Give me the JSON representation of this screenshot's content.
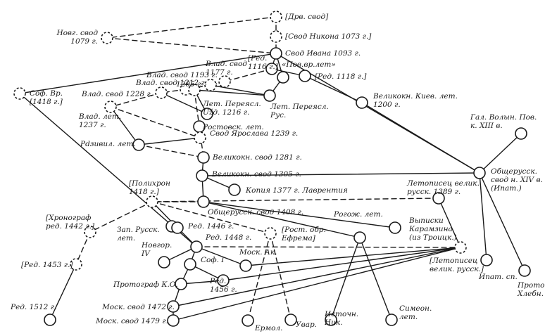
{
  "diagram": {
    "nodes": [
      {
        "id": "drv",
        "hypothetical": true,
        "label": [
          "[Дрв. свод]"
        ]
      },
      {
        "id": "nikon",
        "hypothetical": true,
        "label": [
          "[Свод Никона 1073 г.]"
        ]
      },
      {
        "id": "novg1079",
        "hypothetical": true,
        "label": [
          "Новг. свод",
          "1079 г."
        ]
      },
      {
        "id": "ivan",
        "hypothetical": false,
        "label": [
          "Свод Ивана 1093 г."
        ]
      },
      {
        "id": "red1116",
        "hypothetical": false,
        "label": [
          "[Ред.",
          "1116 г.]"
        ]
      },
      {
        "id": "povvr",
        "hypothetical": false,
        "label": [
          "«Пов.вр.лет»"
        ]
      },
      {
        "id": "red1118",
        "hypothetical": false,
        "label": [
          "[Ред. 1118 г.]"
        ]
      },
      {
        "id": "vlad1177",
        "hypothetical": true,
        "label": [
          "Влад. свод",
          "1177 г."
        ]
      },
      {
        "id": "vlad1193",
        "hypothetical": true,
        "label": [
          "Влад. свод 1193 г."
        ]
      },
      {
        "id": "vlad1212",
        "hypothetical": true,
        "label": [
          "Влад. свод 1212 г."
        ]
      },
      {
        "id": "n1205",
        "hypothetical": true,
        "label": [
          "1205 г."
        ]
      },
      {
        "id": "vlad1228",
        "hypothetical": true,
        "label": [
          "Влад. свод 1228 г."
        ]
      },
      {
        "id": "sofvr",
        "hypothetical": true,
        "label": [
          "Соф. Вр.",
          "[1418 г.]"
        ]
      },
      {
        "id": "vladlet1237",
        "hypothetical": true,
        "label": [
          "Влад. лет.",
          "1237 г."
        ]
      },
      {
        "id": "pereyasuzd",
        "hypothetical": false,
        "label": [
          "Лет. Переясл.",
          "Užд. 1216 г."
        ]
      },
      {
        "id": "pereyarus",
        "hypothetical": false,
        "label": [
          "Лет. Переясл.",
          "Рус."
        ]
      },
      {
        "id": "velkiev",
        "hypothetical": false,
        "label": [
          "Великокн. Киев. лет.",
          "1200 г."
        ]
      },
      {
        "id": "rostov",
        "hypothetical": false,
        "label": [
          "Ростовск. лет."
        ]
      },
      {
        "id": "yarosl",
        "hypothetical": true,
        "label": [
          "Свод Ярослава 1239 г."
        ]
      },
      {
        "id": "radziv",
        "hypothetical": false,
        "label": [
          "Рdзивил. лет."
        ]
      },
      {
        "id": "vel1281",
        "hypothetical": false,
        "label": [
          "Великокн. свод 1281 г."
        ]
      },
      {
        "id": "vel1305",
        "hypothetical": false,
        "label": [
          "Великокн. свод 1305 г."
        ]
      },
      {
        "id": "kopiya",
        "hypothetical": false,
        "label": [
          "Копия 1377 г. Лаврентия"
        ]
      },
      {
        "id": "galvol",
        "hypothetical": false,
        "label": [
          "Гал. Волын. Пов.",
          "к. XIII в."
        ]
      },
      {
        "id": "obsch14",
        "hypothetical": false,
        "label": [
          "Общерусск.",
          "свод н. XIV в.",
          "(Ипат.)"
        ]
      },
      {
        "id": "letvel1389",
        "hypothetical": false,
        "label": [
          "Летописец велик.",
          "русск. 1389 г."
        ]
      },
      {
        "id": "polikhron",
        "hypothetical": true,
        "label": [
          "[Полихрон",
          "1418 г.]"
        ]
      },
      {
        "id": "obsch1408",
        "hypothetical": false,
        "label": [
          "Общерусск. свод 1408 г."
        ]
      },
      {
        "id": "rogozh",
        "hypothetical": false,
        "label": [
          "Рогож. лет."
        ]
      },
      {
        "id": "vypiski",
        "hypothetical": false,
        "label": [
          "Выписки",
          "Карамзина",
          "(из Троицк.)"
        ]
      },
      {
        "id": "khronograf",
        "hypothetical": true,
        "label": [
          "[Хронограф",
          "ред. 1442 г.]"
        ]
      },
      {
        "id": "zaprus",
        "hypothetical": false,
        "label": [
          "Зап. Русск.",
          "лет."
        ]
      },
      {
        "id": "red1446",
        "hypothetical": false,
        "label": [
          "Ред. 1446 г."
        ]
      },
      {
        "id": "rostobr",
        "hypothetical": true,
        "label": [
          "[Рост. обр.",
          "Ефрема]"
        ]
      },
      {
        "id": "red1448",
        "hypothetical": false,
        "label": [
          "Ред. 1448 г."
        ]
      },
      {
        "id": "novg4",
        "hypothetical": false,
        "label": [
          "Новгор.",
          "IV"
        ]
      },
      {
        "id": "moskak",
        "hypothetical": false,
        "label": [
          "Моск. Ак."
        ]
      },
      {
        "id": "letvelrus",
        "hypothetical": true,
        "label": [
          "[Летописец",
          "велик. русск.]"
        ]
      },
      {
        "id": "red1453",
        "hypothetical": true,
        "label": [
          "[Ред. 1453 г.]"
        ]
      },
      {
        "id": "sof1",
        "hypothetical": false,
        "label": [
          "Соф. I"
        ]
      },
      {
        "id": "red1456",
        "hypothetical": false,
        "label": [
          "Ред.",
          "1456 г."
        ]
      },
      {
        "id": "protko",
        "hypothetical": false,
        "label": [
          "Протограф К.О."
        ]
      },
      {
        "id": "mosk1472",
        "hypothetical": false,
        "label": [
          "Моск. свод 1472 г."
        ]
      },
      {
        "id": "mosk1479",
        "hypothetical": false,
        "label": [
          "Моск. свод 1479 г."
        ]
      },
      {
        "id": "red1512",
        "hypothetical": false,
        "label": [
          "Ред. 1512 г."
        ]
      },
      {
        "id": "ermol",
        "hypothetical": false,
        "label": [
          "Ермол."
        ]
      },
      {
        "id": "uvar",
        "hypothetical": false,
        "label": [
          "Увар."
        ]
      },
      {
        "id": "istochn",
        "hypothetical": false,
        "label": [
          "Источн.",
          "Ник."
        ]
      },
      {
        "id": "simeon",
        "hypothetical": false,
        "label": [
          "Симеон.",
          "лет."
        ]
      },
      {
        "id": "ipatsp",
        "hypothetical": false,
        "label": [
          "Ипат. сп."
        ]
      },
      {
        "id": "protkhleb",
        "hypothetical": false,
        "label": [
          "Протогр.",
          "Хлебн."
        ]
      }
    ],
    "edges": [
      {
        "from": "drv",
        "to": "nikon",
        "dashed": true
      },
      {
        "from": "drv",
        "to": "novg1079",
        "dashed": true
      },
      {
        "from": "nikon",
        "to": "ivan",
        "dashed": true
      },
      {
        "from": "novg1079",
        "to": "ivan",
        "dashed": true
      },
      {
        "from": "ivan",
        "to": "red1116",
        "dashed": false
      },
      {
        "from": "ivan",
        "to": "povvr",
        "dashed": false
      },
      {
        "from": "ivan",
        "to": "sofvr",
        "dashed": false
      },
      {
        "from": "ivan",
        "to": "obsch14",
        "dashed": false
      },
      {
        "from": "red1116",
        "to": "red1118",
        "dashed": false
      },
      {
        "from": "red1116",
        "to": "vlad1177",
        "dashed": true
      },
      {
        "from": "povvr",
        "to": "pereyarus",
        "dashed": false
      },
      {
        "from": "red1118",
        "to": "velkiev",
        "dashed": false
      },
      {
        "from": "vlad1177",
        "to": "vlad1193",
        "dashed": true
      },
      {
        "from": "vlad1193",
        "to": "vlad1212",
        "dashed": true
      },
      {
        "from": "vlad1193",
        "to": "pereyarus",
        "dashed": false
      },
      {
        "from": "vlad1212",
        "to": "n1205",
        "dashed": true
      },
      {
        "from": "vlad1212",
        "to": "vlad1228",
        "dashed": true
      },
      {
        "from": "vlad1212",
        "to": "pereyarus",
        "dashed": false
      },
      {
        "from": "n1205",
        "to": "pereyasuzd",
        "dashed": false
      },
      {
        "from": "n1205",
        "to": "rostov",
        "dashed": true
      },
      {
        "from": "vlad1228",
        "to": "vladlet1237",
        "dashed": true
      },
      {
        "from": "vlad1228",
        "to": "pereyasuzd",
        "dashed": false
      },
      {
        "from": "vladlet1237",
        "to": "yarosl",
        "dashed": true
      },
      {
        "from": "vladlet1237",
        "to": "radziv",
        "dashed": false
      },
      {
        "from": "rostov",
        "to": "vel1281",
        "dashed": true
      },
      {
        "from": "yarosl",
        "to": "radziv",
        "dashed": false
      },
      {
        "from": "radziv",
        "to": "vel1281",
        "dashed": true
      },
      {
        "from": "vel1281",
        "to": "vel1305",
        "dashed": false
      },
      {
        "from": "vel1305",
        "to": "kopiya",
        "dashed": false
      },
      {
        "from": "vel1305",
        "to": "obsch14",
        "dashed": false
      },
      {
        "from": "vel1305",
        "to": "obsch1408",
        "dashed": false
      },
      {
        "from": "obsch1408",
        "to": "vypiski",
        "dashed": false
      },
      {
        "from": "obsch1408",
        "to": "polikhron",
        "dashed": true
      },
      {
        "from": "obsch1408",
        "to": "rogozh",
        "dashed": false
      },
      {
        "from": "velkiev",
        "to": "obsch14",
        "dashed": false
      },
      {
        "from": "galvol",
        "to": "obsch14",
        "dashed": false
      },
      {
        "from": "obsch14",
        "to": "ipatsp",
        "dashed": false
      },
      {
        "from": "obsch14",
        "to": "protkhleb",
        "dashed": false
      },
      {
        "from": "letvel1389",
        "to": "polikhron",
        "dashed": true
      },
      {
        "from": "letvel1389",
        "to": "letvelrus",
        "dashed": false
      },
      {
        "from": "sofvr",
        "to": "red1448",
        "dashed": false
      },
      {
        "from": "polikhron",
        "to": "khronograf",
        "dashed": true
      },
      {
        "from": "polikhron",
        "to": "red1446",
        "dashed": false
      },
      {
        "from": "polikhron",
        "to": "rostobr",
        "dashed": true
      },
      {
        "from": "khronograf",
        "to": "red1453",
        "dashed": true
      },
      {
        "from": "red1453",
        "to": "red1512",
        "dashed": false
      },
      {
        "from": "red1446",
        "to": "zaprus",
        "dashed": false
      },
      {
        "from": "red1446",
        "to": "red1448",
        "dashed": false
      },
      {
        "from": "red1448",
        "to": "novg4",
        "dashed": false
      },
      {
        "from": "red1448",
        "to": "sof1",
        "dashed": false
      },
      {
        "from": "red1448",
        "to": "moskak",
        "dashed": false
      },
      {
        "from": "red1448",
        "to": "letvelrus",
        "dashed": true
      },
      {
        "from": "rostobr",
        "to": "ermol",
        "dashed": true
      },
      {
        "from": "rostobr",
        "to": "uvar",
        "dashed": true
      },
      {
        "from": "rogozh",
        "to": "istochn",
        "dashed": false
      },
      {
        "from": "rogozh",
        "to": "simeon",
        "dashed": false
      },
      {
        "from": "sof1",
        "to": "red1456",
        "dashed": false
      },
      {
        "from": "sof1",
        "to": "protko",
        "dashed": false
      },
      {
        "from": "red1456",
        "to": "protko",
        "dashed": false
      },
      {
        "from": "protko",
        "to": "mosk1472",
        "dashed": false
      },
      {
        "from": "mosk1472",
        "to": "mosk1479",
        "dashed": false
      },
      {
        "from": "letvelrus",
        "to": "red1456",
        "dashed": false
      },
      {
        "from": "letvelrus",
        "to": "mosk1472",
        "dashed": false
      },
      {
        "from": "letvelrus",
        "to": "mosk1479",
        "dashed": false
      },
      {
        "from": "letvelrus",
        "to": "moskak",
        "dashed": false
      }
    ]
  }
}
